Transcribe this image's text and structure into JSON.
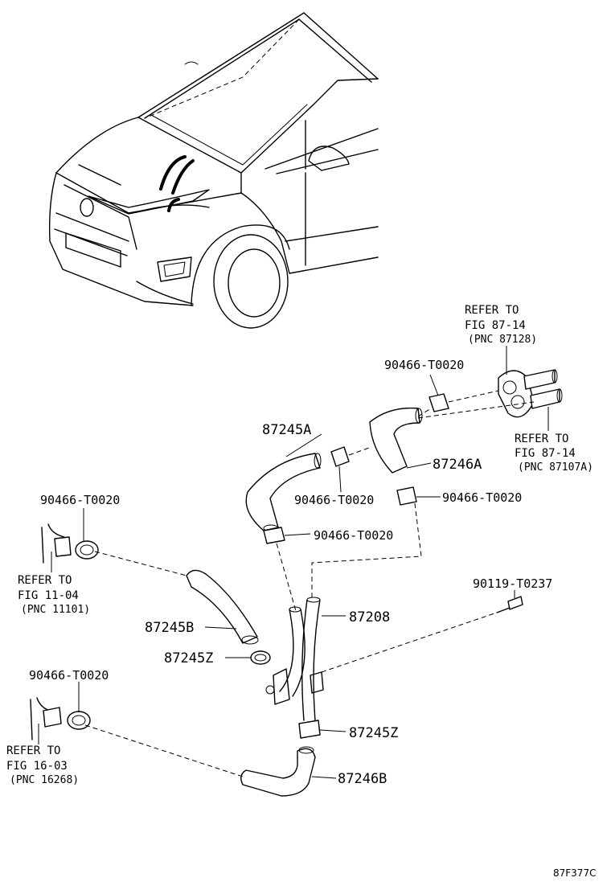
{
  "diagram_code": "87F377C",
  "parts": {
    "p_87245A": "87245A",
    "p_87246A": "87246A",
    "p_87245B": "87245B",
    "p_87245Z_upper": "87245Z",
    "p_87245Z_lower": "87245Z",
    "p_87208": "87208",
    "p_87246B": "87246B",
    "p_90119": "90119-T0237",
    "clip_top": "90466-T0020",
    "clip_mid": "90466-T0020",
    "clip_right": "90466-T0020",
    "clip_hose": "90466-T0020",
    "clip_left_upper": "90466-T0020",
    "clip_left_lower": "90466-T0020"
  },
  "references": {
    "ref_87128": {
      "line1": "REFER TO",
      "line2": "FIG 87-14",
      "line3": "(PNC 87128)"
    },
    "ref_87107A": {
      "line1": "REFER TO",
      "line2": "FIG 87-14",
      "line3": "(PNC 87107A)"
    },
    "ref_11101": {
      "line1": "REFER TO",
      "line2": "FIG 11-04",
      "line3": "(PNC 11101)"
    },
    "ref_16268": {
      "line1": "REFER TO",
      "line2": "FIG 16-03",
      "line3": "(PNC 16268)"
    }
  }
}
